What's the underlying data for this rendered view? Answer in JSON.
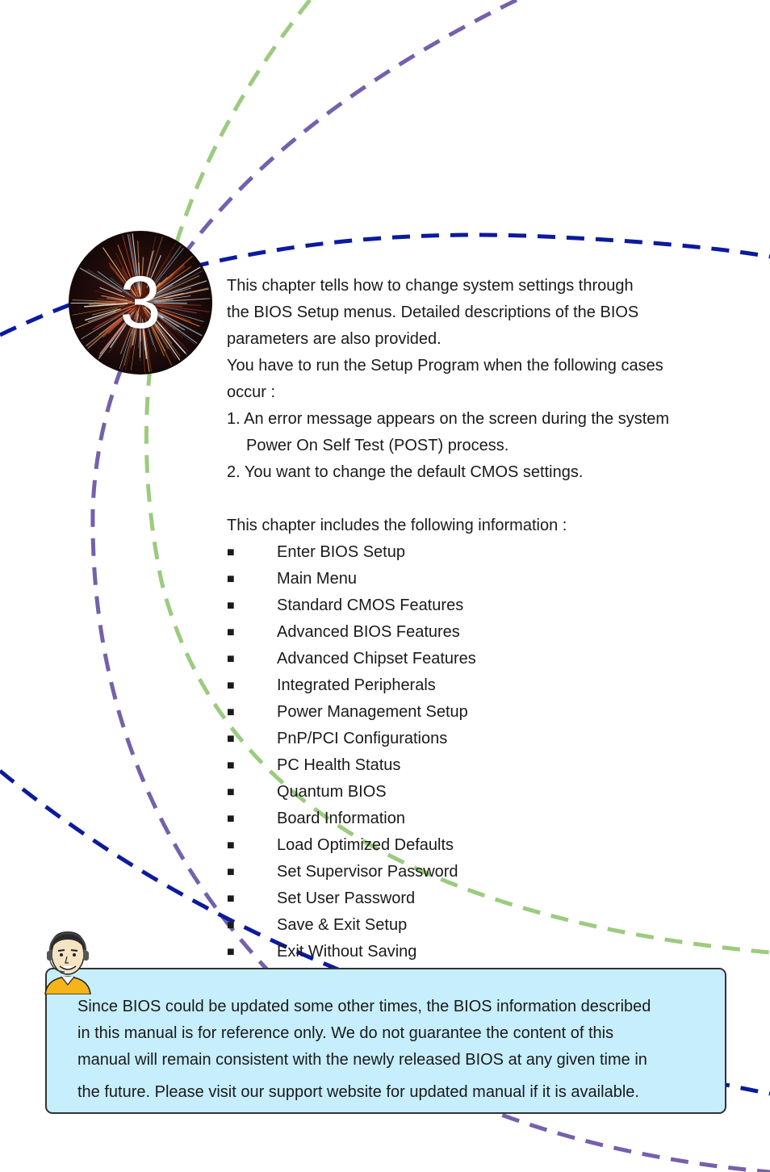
{
  "chapter": {
    "number": "3"
  },
  "intro": {
    "paragraph_lines": [
      "This chapter tells how to change system settings through",
      "the BIOS Setup menus. Detailed descriptions of the BIOS",
      "parameters are also provided.",
      "You have to run the Setup Program when the following cases",
      "occur :"
    ],
    "cases": [
      "1. An error message appears on the screen during the system",
      "Power On Self Test (POST) process.",
      "2. You want to change the default CMOS settings."
    ],
    "list_heading": "This chapter includes the following information :",
    "bullet": "■",
    "items": [
      "Enter BIOS Setup",
      "Main Menu",
      "Standard CMOS Features",
      "Advanced BIOS Features",
      "Advanced Chipset Features",
      "Integrated Peripherals",
      "Power Management Setup",
      "PnP/PCI Configurations",
      "PC Health Status",
      "Quantum BIOS",
      "Board Information",
      "Load Optimized Defaults",
      "Set Supervisor Password",
      "Set User Password",
      "Save & Exit Setup",
      "Exit Without Saving"
    ]
  },
  "note": {
    "lines": [
      "Since BIOS could be updated some other times, the BIOS information described",
      "in this manual is for reference only. We do not guarantee the content of this",
      "manual will remain consistent with the newly released BIOS at any given time in",
      "the future. Please visit our support website for updated manual if it is available."
    ]
  },
  "colors": {
    "navy_dash": "#0c1a9e",
    "purple_dash": "#7560ac",
    "green_dash": "#9ccb7f",
    "note_background": "#c6eefc",
    "note_border": "#333333"
  },
  "icons": {
    "chapter_badge": "starburst-circle",
    "note_avatar": "support-agent-headset"
  }
}
